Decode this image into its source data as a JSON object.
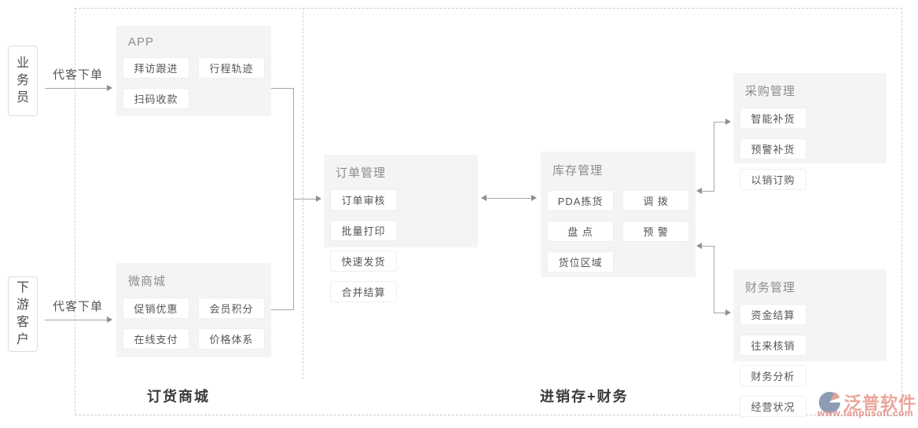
{
  "regions": {
    "left_footer_label": "订货商城",
    "right_footer_label": "进销存+财务"
  },
  "actors": {
    "salesperson": "业务员",
    "customer": "下游客户"
  },
  "flow_arrows": {
    "salesperson_to_app": "代客下单",
    "customer_to_mall": "代客下单"
  },
  "panels": {
    "app": {
      "title": "APP",
      "buttons": [
        "拜访跟进",
        "行程轨迹",
        "扫码收款"
      ]
    },
    "mall": {
      "title": "微商城",
      "buttons": [
        "促销优惠",
        "会员积分",
        "在线支付",
        "价格体系"
      ]
    },
    "order": {
      "title": "订单管理",
      "buttons": [
        "订单审核",
        "批量打印",
        "快速发货",
        "合并结算"
      ]
    },
    "inventory": {
      "title": "库存管理",
      "buttons": [
        "PDA拣货",
        "调 拨",
        "盘 点",
        "预 警",
        "货位区域"
      ]
    },
    "purchase": {
      "title": "采购管理",
      "buttons": [
        "智能补货",
        "预警补货",
        "以销订购"
      ]
    },
    "finance": {
      "title": "财务管理",
      "buttons": [
        "资金结算",
        "往来核销",
        "财务分析",
        "经营状况"
      ]
    }
  },
  "logo": {
    "brand": "泛普软件",
    "url": "www.fanpusoft.com"
  },
  "colors": {
    "panel_bg": "#f4f4f5",
    "chip_text": "#555555",
    "line": "#a5a5a5",
    "dashed_border": "#d0d0d0",
    "brand_salmon": "#eba49b",
    "logo_blue": "#8d9cb3"
  }
}
